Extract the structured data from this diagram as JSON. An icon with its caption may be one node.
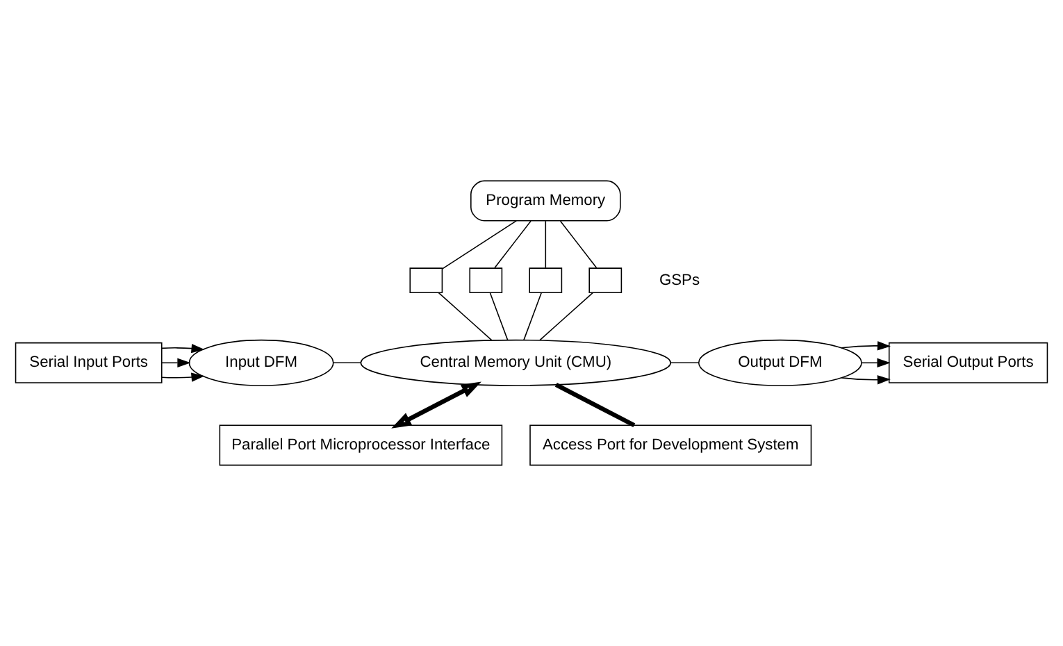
{
  "diagram": {
    "nodes": [
      {
        "text": [
          "Serial Input Ports"
        ]
      },
      {
        "text": [
          "Input DFM"
        ]
      },
      {
        "text": [
          "Program Memory"
        ]
      },
      {
        "text": [],
        "shape": "box"
      },
      {
        "text": [],
        "shape": "box"
      },
      {
        "text": [],
        "shape": "box"
      },
      {
        "text": [],
        "shape": "box"
      },
      {
        "text": [
          "Central Memory Unit (CMU)"
        ]
      },
      {
        "text": [
          "Output DFM"
        ]
      },
      {
        "text": [
          "Serial Output Ports"
        ]
      },
      {
        "text": [
          "Parallel Port Microprocessor Interface"
        ]
      },
      {
        "text": [
          "Access Port for Development System"
        ]
      }
    ],
    "edges": [
      {
        "from": 0,
        "to": 1,
        "arrow": "to"
      },
      {
        "from": 0,
        "to": 1,
        "arrow": "to"
      },
      {
        "from": 0,
        "to": 1,
        "arrow": "to"
      },
      {
        "from": 1,
        "to": 7,
        "arrow": "none"
      },
      {
        "from": 7,
        "to": 8,
        "arrow": "none"
      },
      {
        "from": 8,
        "to": 9,
        "arrow": "to"
      },
      {
        "from": 8,
        "to": 9,
        "arrow": "to"
      },
      {
        "from": 8,
        "to": 9,
        "arrow": "to"
      },
      {
        "from": 2,
        "to": 3,
        "arrow": "none"
      },
      {
        "from": 2,
        "to": 4,
        "arrow": "none"
      },
      {
        "from": 2,
        "to": 5,
        "arrow": "none"
      },
      {
        "from": 2,
        "to": 6,
        "arrow": "none"
      },
      {
        "from": 3,
        "to": 7,
        "arrow": "none"
      },
      {
        "from": 4,
        "to": 7,
        "arrow": "none"
      },
      {
        "from": 5,
        "to": 7,
        "arrow": "none"
      },
      {
        "from": 6,
        "to": 7,
        "arrow": "none"
      },
      {
        "from": 7,
        "to": 10,
        "arrow": "both",
        "style": "thick"
      },
      {
        "from": 7,
        "to": 11,
        "arrow": "none",
        "style": "thick"
      }
    ],
    "labels": [
      "GSPs"
    ]
  }
}
